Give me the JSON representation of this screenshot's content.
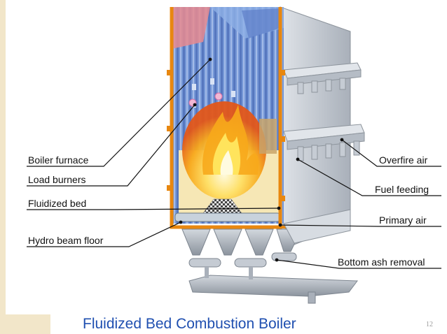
{
  "title": "Fluidized Bed Combustion Boiler",
  "page_number": "12",
  "labels": {
    "boiler_furnace": "Boiler furnace",
    "load_burners": "Load burners",
    "fluidized_bed": "Fluidized bed",
    "hydro_beam_floor": "Hydro beam floor",
    "overfire_air": "Overfire air",
    "fuel_feeding": "Fuel feeding",
    "primary_air": "Primary air",
    "bottom_ash_removal": "Bottom ash removal"
  },
  "colors": {
    "title": "#1f4fb0",
    "casing": "#e8870f",
    "furnace_tubes": "#6f92d4",
    "flame": "#f7a81b",
    "steel": "#c9ced6",
    "side_strip": "#f2e6c9"
  }
}
